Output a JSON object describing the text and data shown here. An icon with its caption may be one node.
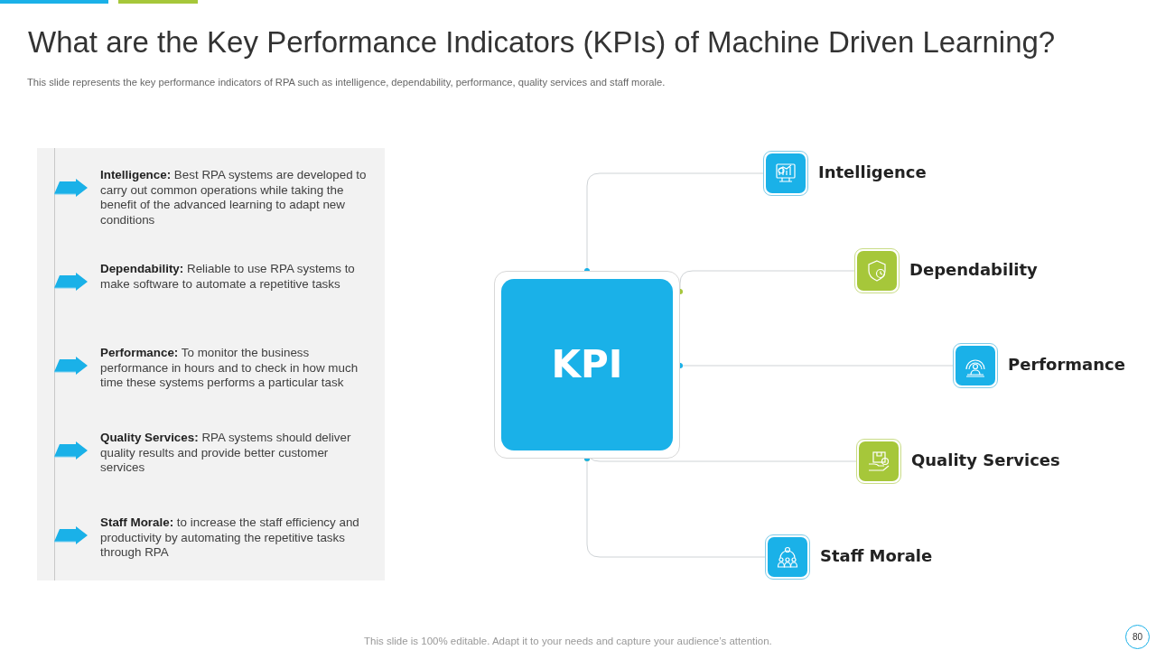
{
  "diagram": {
    "title": "What are the Key Performance Indicators (KPIs) of Machine Driven Learning?",
    "nodes": [
      {
        "text": [
          "KPI"
        ]
      },
      {
        "text": [
          "Intelligence"
        ]
      },
      {
        "text": [
          "Dependability"
        ]
      },
      {
        "text": [
          "Performance"
        ]
      },
      {
        "text": [
          "Quality Services"
        ]
      },
      {
        "text": [
          "Staff Morale"
        ]
      },
      {
        "text": [
          "**Intelligence:** Best RPA systems are developed to carry out common operations while taking the benefit of the advanced learning to adapt new conditions",
          "**Dependability:** Reliable to use RPA systems to make software to automate a repetitive tasks",
          "**Performance:** To monitor the business performance in hours and to check in how much time these systems performs a particular task",
          "**Quality Services:** RPA systems should deliver quality results and provide better customer services",
          "**Staff Morale:** to increase the staff efficiency and productivity by automating the repetitive tasks through RPA"
        ]
      }
    ],
    "edges": [
      {
        "from": 0,
        "to": 1,
        "arrow": "other"
      },
      {
        "from": 0,
        "to": 2,
        "arrow": "other"
      },
      {
        "from": 0,
        "to": 3,
        "arrow": "other"
      },
      {
        "from": 0,
        "to": 4,
        "arrow": "other"
      },
      {
        "from": 0,
        "to": 5,
        "arrow": "other"
      }
    ],
    "labels": [
      "This slide represents the key performance indicators of RPA such as intelligence, dependability, performance, quality services and staff morale.",
      "This slide is 100% editable. Adapt it to your needs and capture your audience’s attention.",
      "80"
    ]
  }
}
